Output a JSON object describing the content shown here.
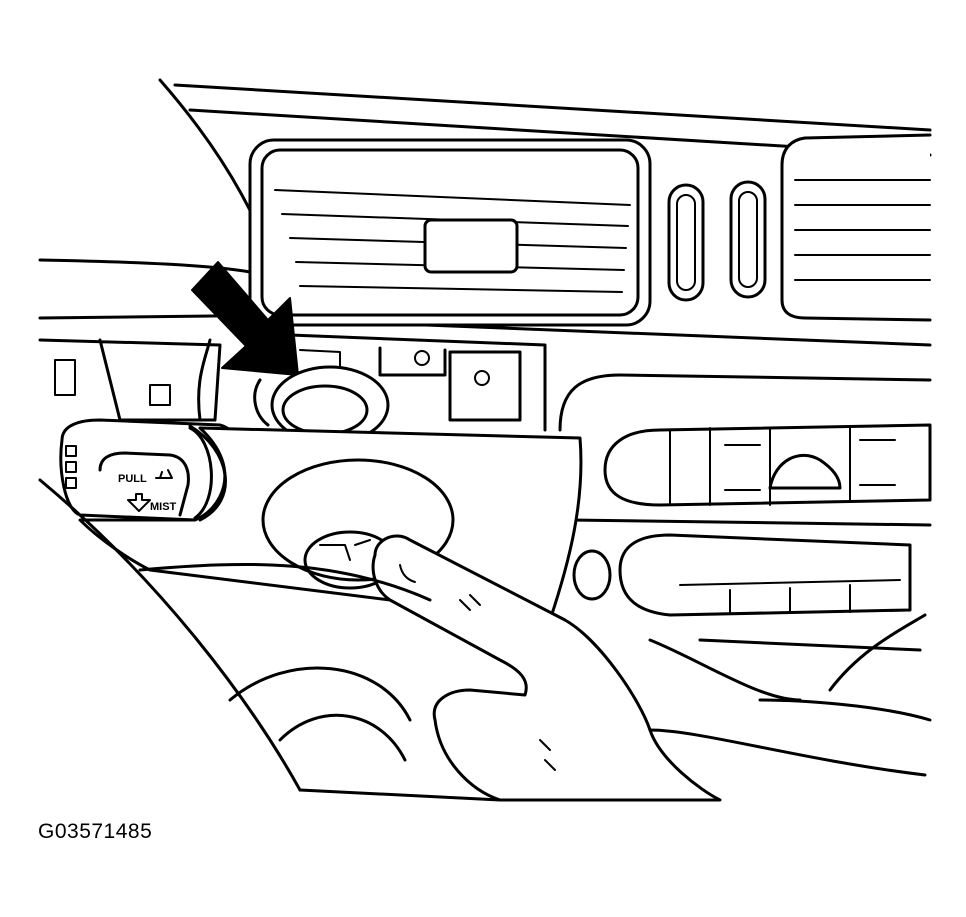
{
  "figure_id": "G03571485",
  "switch_labels": {
    "pull": "PULL",
    "mist": "MIST"
  },
  "colors": {
    "line": "#000000",
    "background": "#ffffff"
  }
}
